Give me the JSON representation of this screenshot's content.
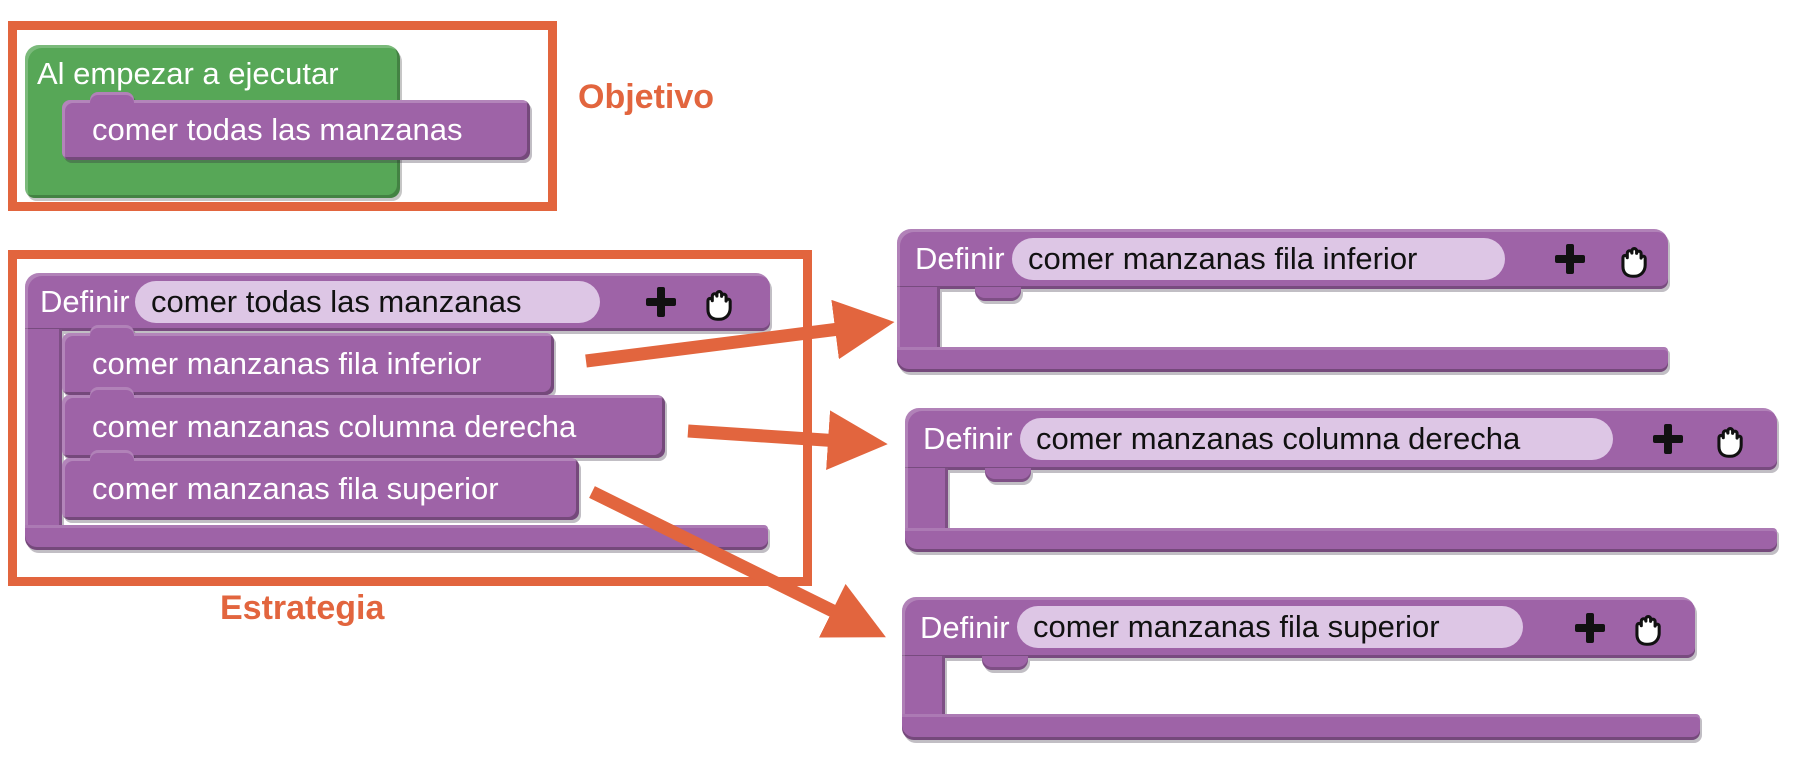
{
  "labels": {
    "objetivo": "Objetivo",
    "estrategia": "Estrategia"
  },
  "colors": {
    "block_purple": "#9e63a7",
    "pill_light_purple": "#ddc6e5",
    "block_green": "#57a757",
    "annotation_orange": "#e2653e",
    "text_white": "#ffffff",
    "text_black": "#111111"
  },
  "icons": {
    "plus": "plus-icon",
    "hand": "hand-grab-icon"
  },
  "hat_block": {
    "title": "Al empezar a ejecutar",
    "call": "comer todas las manzanas"
  },
  "main_definition": {
    "keyword": "Definir",
    "name": "comer todas las manzanas",
    "body": [
      "comer manzanas fila inferior",
      "comer manzanas columna derecha",
      "comer manzanas fila superior"
    ]
  },
  "definitions": [
    {
      "keyword": "Definir",
      "name": "comer manzanas fila inferior"
    },
    {
      "keyword": "Definir",
      "name": "comer manzanas columna derecha"
    },
    {
      "keyword": "Definir",
      "name": "comer manzanas fila superior"
    }
  ]
}
